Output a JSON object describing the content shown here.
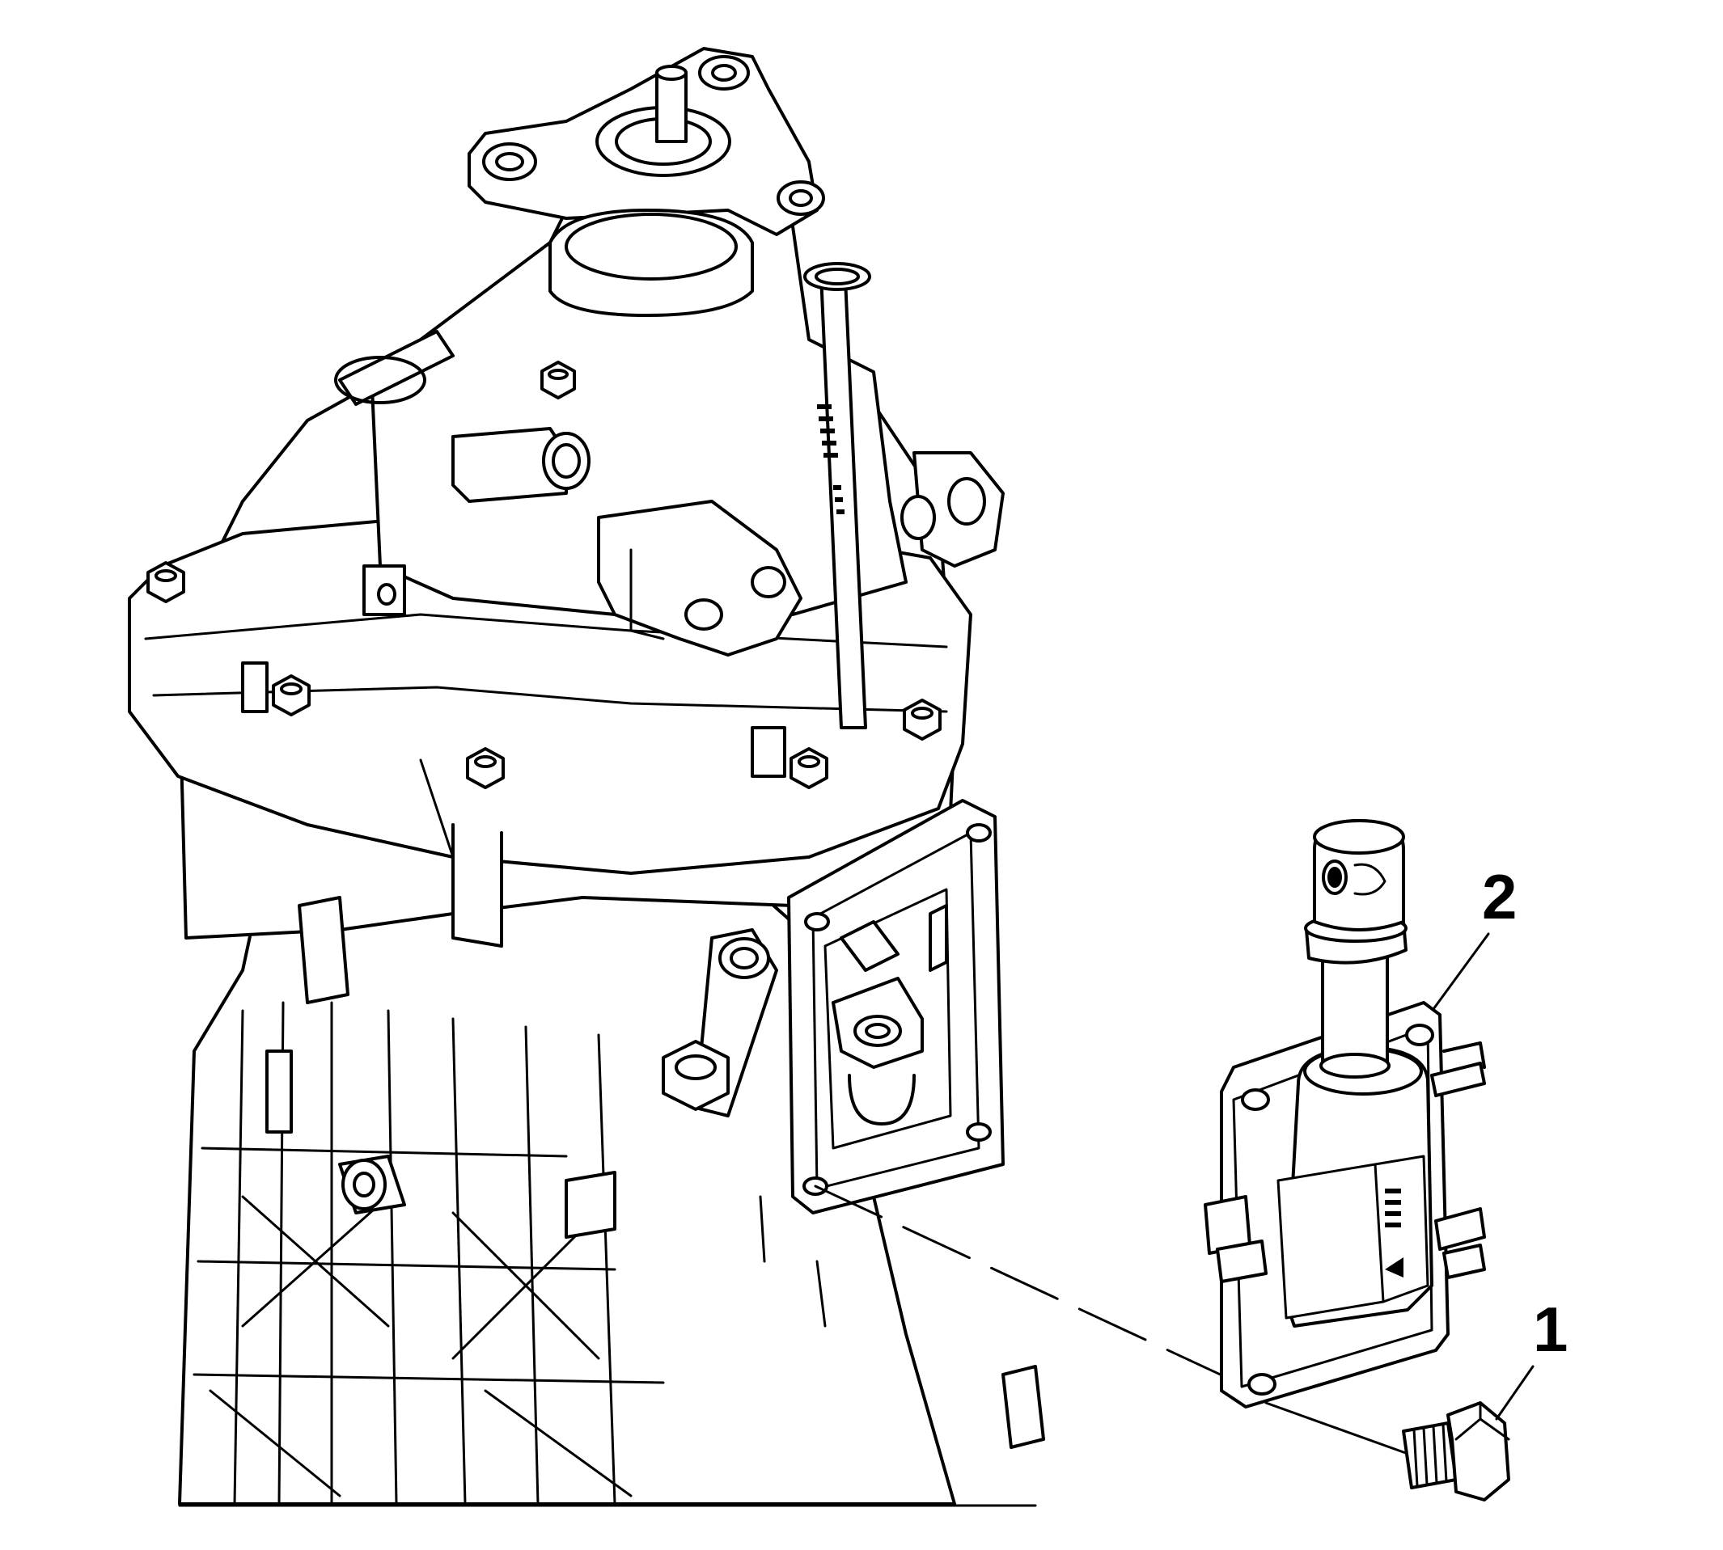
{
  "diagram": {
    "callouts": [
      {
        "id": "1",
        "text": "1"
      },
      {
        "id": "2",
        "text": "2"
      }
    ]
  },
  "colors": {
    "line": "#000000",
    "fill": "#ffffff"
  }
}
